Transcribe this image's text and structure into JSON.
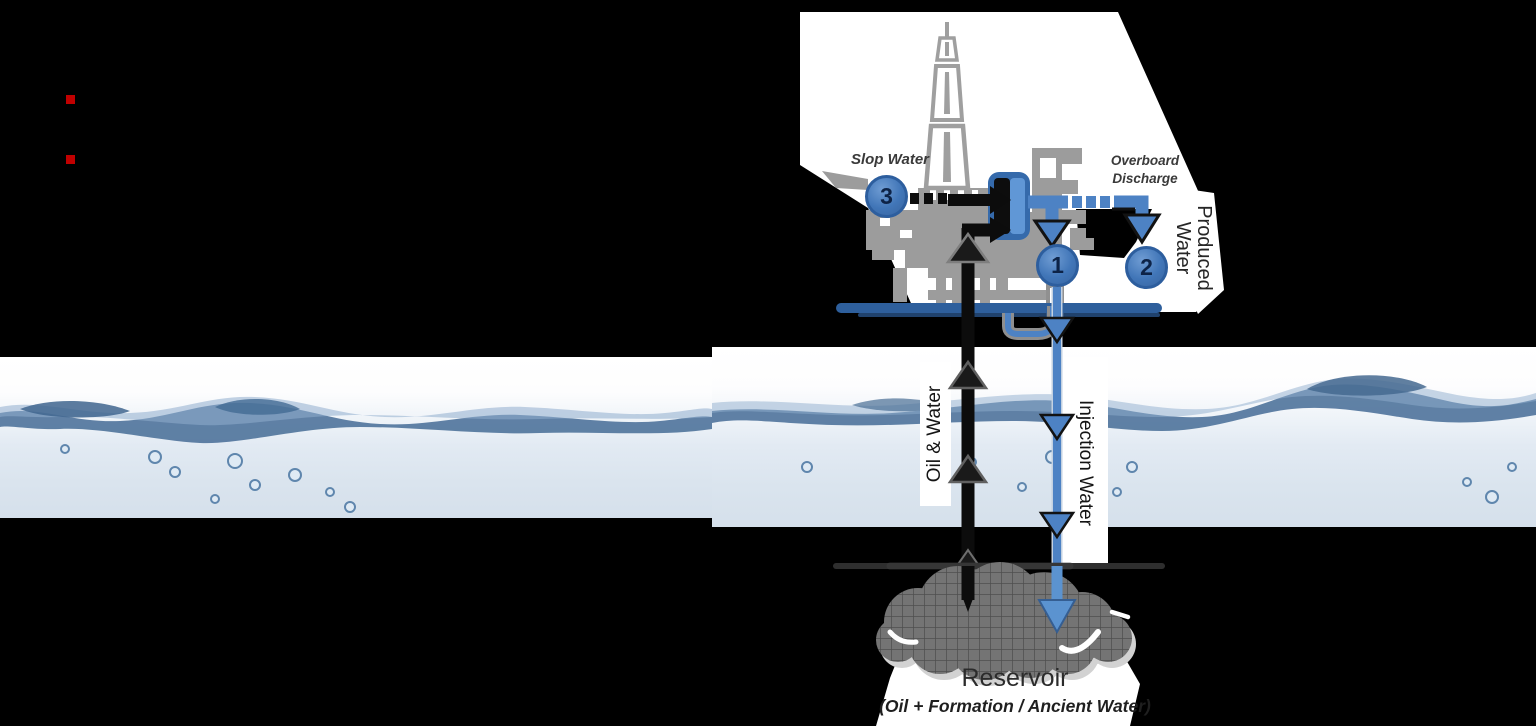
{
  "diagram": {
    "legend": {
      "bullet_color": "#c00000",
      "bullets": [
        {
          "label": ""
        },
        {
          "label": ""
        }
      ]
    },
    "platform_section": {
      "slop_water_label": "Slop Water",
      "overboard_discharge_label": "Overboard Discharge",
      "produced_water_label": "Produced Water",
      "badge_1": "1",
      "badge_2": "2",
      "badge_3": "3"
    },
    "flows": {
      "oil_water_label": "Oil & Water",
      "injection_water_label": "Injection Water"
    },
    "reservoir": {
      "title": "Reservoir",
      "subtitle": "(Oil + Formation / Ancient Water)"
    },
    "colors": {
      "accent_blue": "#4d82c4",
      "deep_blue": "#2e5f9c",
      "pipe_light_blue": "#5b93d0",
      "platform_gray": "#9c9c9c",
      "reservoir_gray": "#747474",
      "bullet_red": "#c00000",
      "label_dark": "#2d2d2d"
    }
  }
}
